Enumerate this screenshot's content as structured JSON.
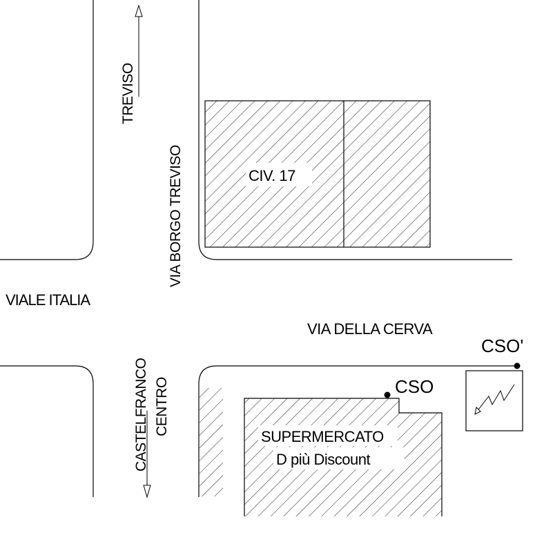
{
  "streets": {
    "viale_italia": "VIALE ITALIA",
    "via_borgo_treviso": "VIA BORGO TREVISO",
    "via_della_cerva": "VIA DELLA CERVA"
  },
  "directions": {
    "treviso": "TREVISO",
    "castelfranco": "CASTELFRANCO",
    "centro": "CENTRO"
  },
  "buildings": {
    "civ17": "CIV. 17",
    "supermercato_line1": "SUPERMERCATO",
    "supermercato_line2": "D più Discount"
  },
  "points": {
    "cso": "CSO",
    "cso_prime": "CSO'"
  },
  "colors": {
    "ink": "#000000",
    "paper": "#ffffff"
  },
  "icons": {
    "cabinet": "lightning-icon"
  }
}
